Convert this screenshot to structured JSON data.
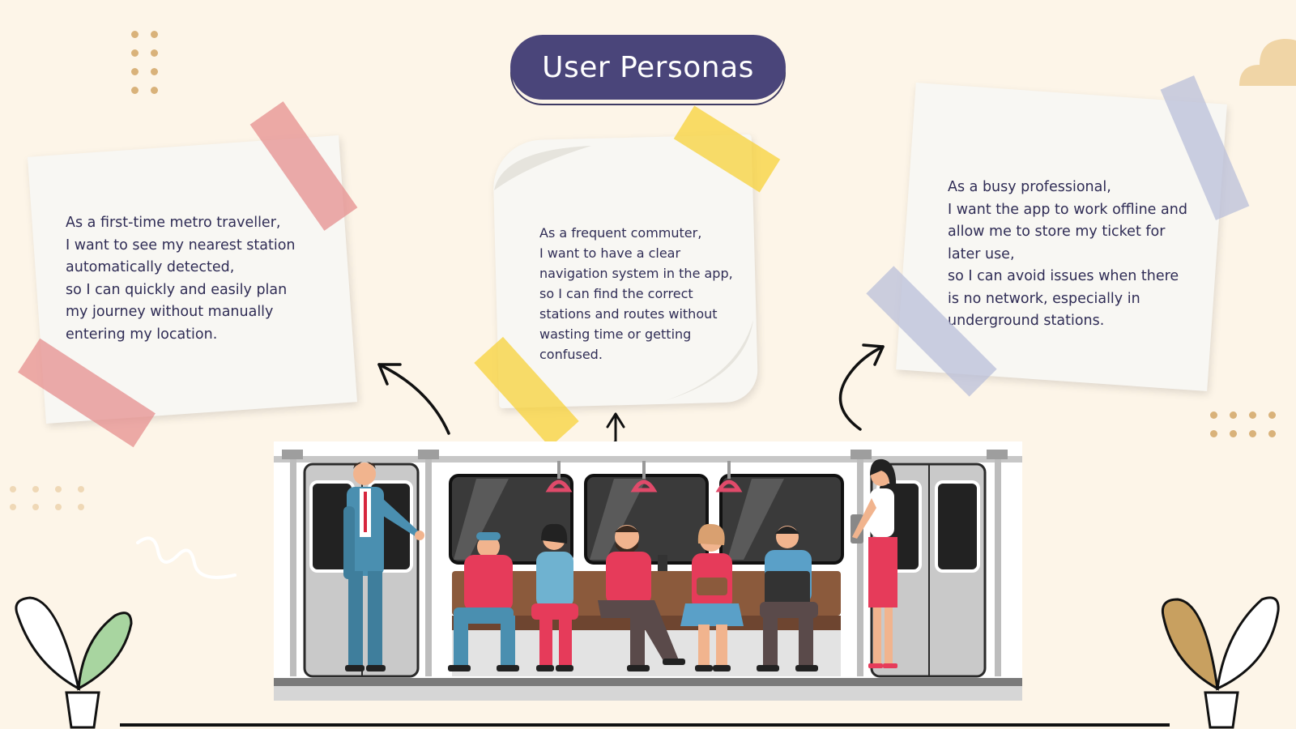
{
  "title": "User Personas",
  "personas": [
    {
      "text": "As a first-time metro traveller,\nI want to see my nearest station automatically detected,\n so I can quickly and easily plan my journey without manually entering my location."
    },
    {
      "text": "As a frequent commuter,\n I want to have a clear navigation system in the app,\n so I can find the correct stations and routes without wasting time or getting confused."
    },
    {
      "text": "As a busy professional,\n I want the app to work offline and allow me to store my ticket for later use,\n so I can avoid issues when there is no network, especially in underground stations."
    }
  ],
  "colors": {
    "background": "#fdf5e8",
    "pill": "#4a457a",
    "text": "#2f2c55",
    "tape_pink": "#e58f8f",
    "tape_yellow": "#f7d23a",
    "tape_lavender": "#b9bfd9",
    "dots": "#d9b27a"
  }
}
